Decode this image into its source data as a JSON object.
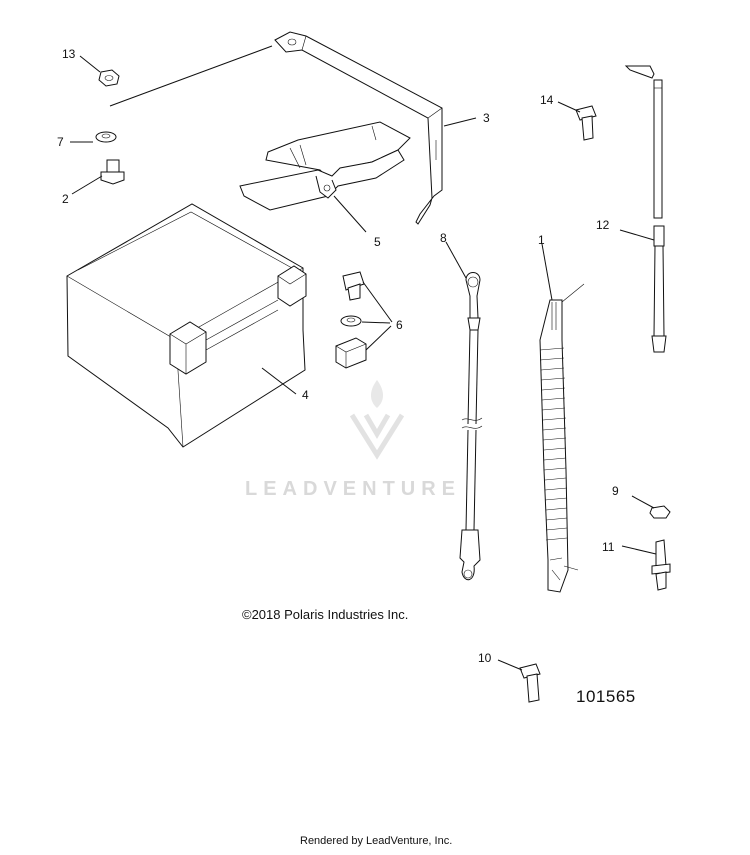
{
  "diagram": {
    "copyright": "©2018 Polaris Industries Inc.",
    "figure_number": "101565",
    "footer": "Rendered by LeadVenture, Inc.",
    "watermark": "LEADVENTURE",
    "callouts": {
      "c1": "1",
      "c2": "2",
      "c3": "3",
      "c4": "4",
      "c5": "5",
      "c6": "6",
      "c7": "7",
      "c8": "8",
      "c9": "9",
      "c10": "10",
      "c11": "11",
      "c12": "12",
      "c13": "13",
      "c14": "14"
    }
  }
}
